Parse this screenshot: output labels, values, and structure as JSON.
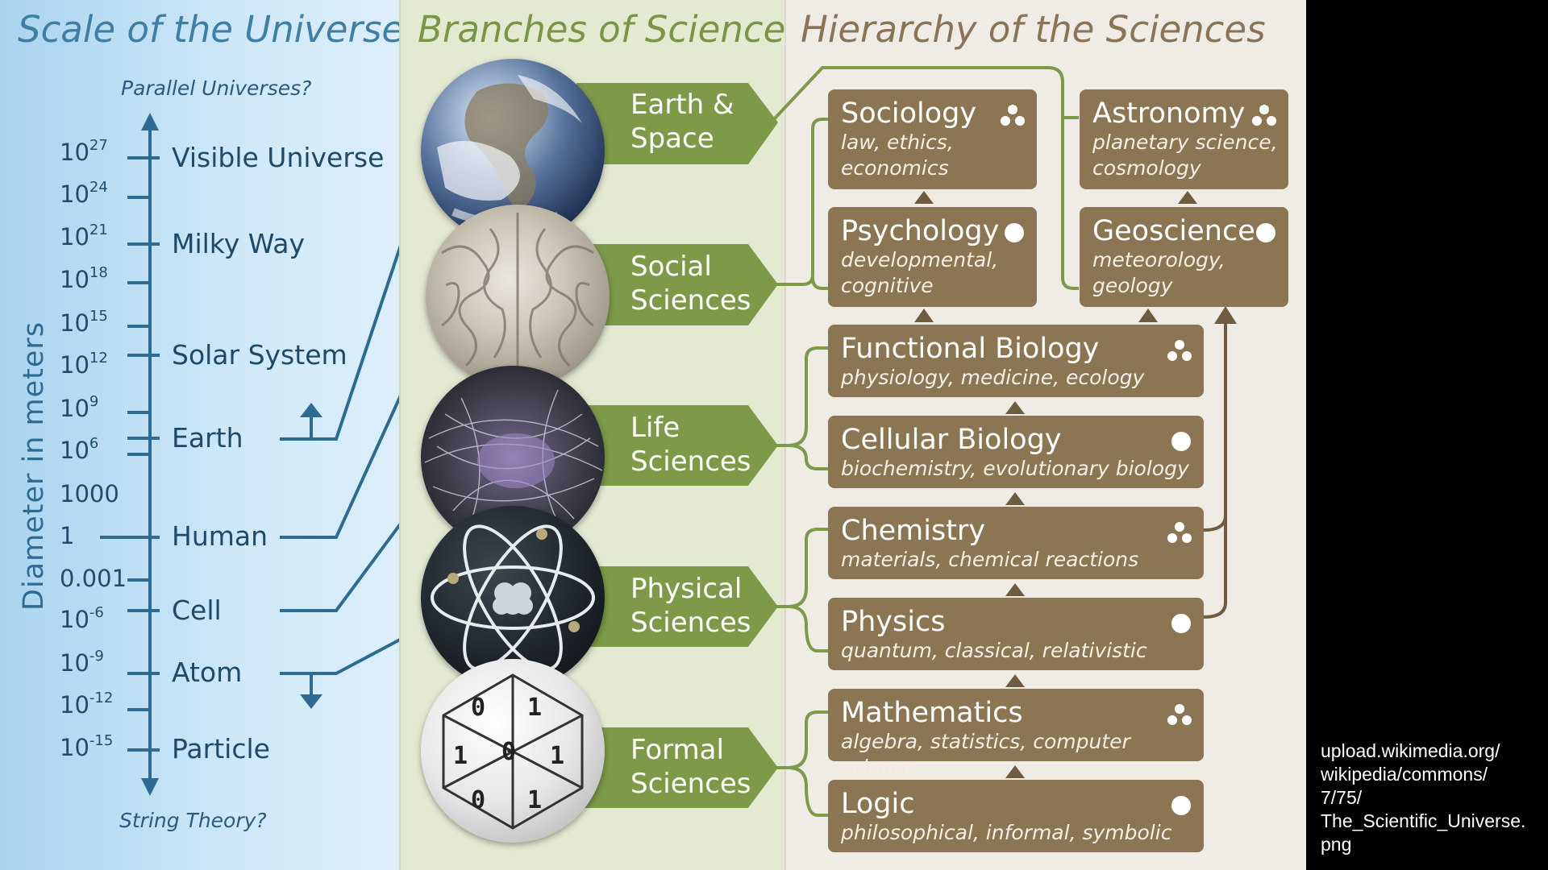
{
  "panels": {
    "scale_title": "Scale of the Universe",
    "branches_title": "Branches of Science",
    "hierarchy_title": "Hierarchy of the Sciences"
  },
  "scale": {
    "top_note": "Parallel Universes?",
    "bottom_note": "String Theory?",
    "axis_label": "Diameter in meters",
    "ticks": [
      {
        "base": "10",
        "exp": "27"
      },
      {
        "base": "10",
        "exp": "24"
      },
      {
        "base": "10",
        "exp": "21"
      },
      {
        "base": "10",
        "exp": "18"
      },
      {
        "base": "10",
        "exp": "15"
      },
      {
        "base": "10",
        "exp": "12"
      },
      {
        "base": "10",
        "exp": "9"
      },
      {
        "base": "10",
        "exp": "6"
      },
      {
        "base": "1000",
        "exp": ""
      },
      {
        "base": "1",
        "exp": ""
      },
      {
        "base": "0.001",
        "exp": ""
      },
      {
        "base": "10",
        "exp": "-6"
      },
      {
        "base": "10",
        "exp": "-9"
      },
      {
        "base": "10",
        "exp": "-12"
      },
      {
        "base": "10",
        "exp": "-15"
      }
    ],
    "objects": [
      "Visible Universe",
      "Milky Way",
      "Solar System",
      "Earth",
      "Human",
      "Cell",
      "Atom",
      "Particle"
    ]
  },
  "branches": [
    {
      "line1": "Earth &",
      "line2": "Space",
      "image": "earth-globe"
    },
    {
      "line1": "Social",
      "line2": "Sciences",
      "image": "human-brain"
    },
    {
      "line1": "Life",
      "line2": "Sciences",
      "image": "cell-cytoskeleton"
    },
    {
      "line1": "Physical",
      "line2": "Sciences",
      "image": "atom-model"
    },
    {
      "line1": "Formal",
      "line2": "Sciences",
      "image": "binary-sphere"
    }
  ],
  "hierarchy": {
    "sociology": {
      "title": "Sociology",
      "sub1": "law, ethics,",
      "sub2": "economics",
      "icon": "cluster-icon"
    },
    "psychology": {
      "title": "Psychology",
      "sub1": "developmental,",
      "sub2": "cognitive",
      "icon": "dot-icon"
    },
    "astronomy": {
      "title": "Astronomy",
      "sub1": "planetary science,",
      "sub2": "cosmology",
      "icon": "cluster-icon"
    },
    "geoscience": {
      "title": "Geoscience",
      "sub1": "meteorology,",
      "sub2": "geology",
      "icon": "dot-icon"
    },
    "functional_biology": {
      "title": "Functional Biology",
      "sub1": "physiology, medicine, ecology",
      "icon": "cluster-icon"
    },
    "cellular_biology": {
      "title": "Cellular Biology",
      "sub1": "biochemistry, evolutionary biology",
      "icon": "dot-icon"
    },
    "chemistry": {
      "title": "Chemistry",
      "sub1": "materials, chemical reactions",
      "icon": "cluster-icon"
    },
    "physics": {
      "title": "Physics",
      "sub1": "quantum, classical, relativistic",
      "icon": "dot-icon"
    },
    "mathematics": {
      "title": "Mathematics",
      "sub1": "algebra, statistics, computer science",
      "icon": "cluster-icon"
    },
    "logic": {
      "title": "Logic",
      "sub1": "philosophical, informal, symbolic",
      "icon": "dot-icon"
    }
  },
  "colors": {
    "scale_blue": "#2d6b93",
    "branch_green": "#7d9a48",
    "hierarchy_brown": "#8c7553"
  },
  "source": [
    "upload.wikimedia.org/",
    "wikipedia/commons/",
    "7/75/",
    "The_Scientific_Universe.",
    "png"
  ]
}
